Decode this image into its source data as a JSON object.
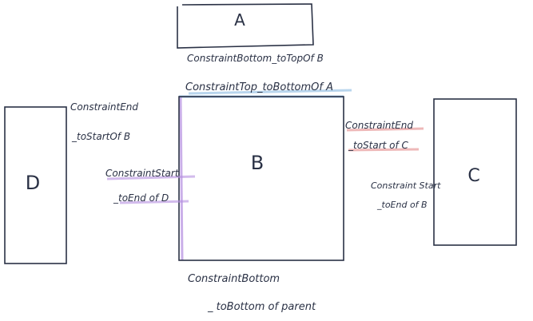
{
  "colors": {
    "ink": "#2a3145",
    "blue_highlight": "#7fb3e0",
    "purple_highlight": "#b58ee0",
    "red_highlight": "#e38a8a"
  },
  "boxes": {
    "a": "A",
    "b": "B",
    "c": "C",
    "d": "D"
  },
  "annotations": {
    "a_bottom": "ConstraintBottom_toTopOf B",
    "b_top": "ConstraintTop_toBottomOf A",
    "d_end_1": "ConstraintEnd",
    "d_end_2": "_toStartOf B",
    "b_start_1": "ConstraintStart",
    "b_start_2": "_toEnd of D",
    "b_end_1": "ConstraintEnd",
    "b_end_2": "_toStart of C",
    "c_start_1": "Constraint Start",
    "c_start_2": "_toEnd of B",
    "b_bottom_1": "ConstraintBottom",
    "b_bottom_2": "_ toBottom of parent"
  }
}
